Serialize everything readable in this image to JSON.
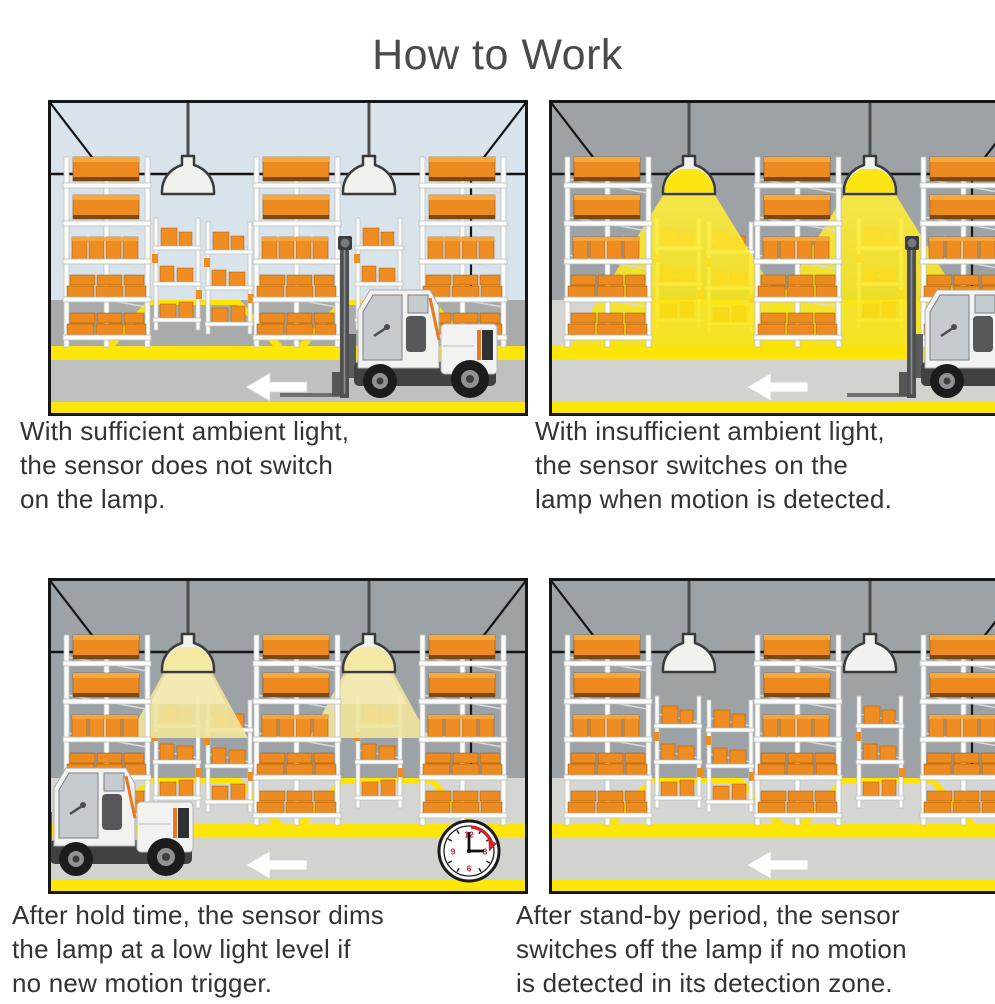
{
  "title": "How to Work",
  "colors": {
    "wall_ambient_light": "#d9e3eb",
    "wall_dark": "#9ca2a5",
    "floor_panel1": "#a9abaa",
    "road_panel1": "#bfc1c0",
    "floor_dark_panels": "#d5d6d2",
    "road_dark_panels": "#d2d3cf",
    "stripe_yellow": "#ffe60a",
    "lane_yellow": "#ffe400",
    "light_bright": "#f9e51c",
    "light_dim": "#f1e59b",
    "box_orange": "#ee8b20",
    "title_color": "#4a4a4a",
    "caption_color": "#333333"
  },
  "icons": {
    "lamp": "pendant-lamp-icon",
    "arrow": "left-arrow-icon",
    "clock": "clock-3-oclock-icon",
    "forklift": "forklift-icon",
    "rack": "storage-rack-icon"
  },
  "panels": [
    {
      "name": "sufficient-ambient-light",
      "lamp_state": "off",
      "light_cones": "none",
      "forklift": "in-aisle-right",
      "clock_visible": false,
      "arrow_direction": "left",
      "caption": "With sufficient ambient light,\nthe sensor does not switch\non the lamp.",
      "colors": {
        "wall": "#d9e3eb",
        "floor": "#a9abaa",
        "road": "#bfc1c0"
      }
    },
    {
      "name": "insufficient-ambient-light-motion-detected",
      "lamp_state": "on",
      "light_cones": "bright",
      "forklift": "at-right-edge",
      "clock_visible": false,
      "arrow_direction": "left",
      "caption": "With insufficient ambient light,\nthe sensor switches on the\nlamp when motion is detected.",
      "colors": {
        "wall": "#9ca2a5",
        "floor": "#d5d6d2",
        "road": "#d2d3cf"
      }
    },
    {
      "name": "hold-time-dim-level",
      "lamp_state": "dim",
      "light_cones": "dim",
      "forklift": "leaving-left",
      "clock_visible": true,
      "arrow_direction": "left",
      "caption": "After hold time, the sensor dims\nthe lamp at a low light level if\nno new motion trigger.",
      "colors": {
        "wall": "#9ca2a5",
        "floor": "#d5d6d2",
        "road": "#d2d3cf"
      }
    },
    {
      "name": "stand-by-lamp-off",
      "lamp_state": "off",
      "light_cones": "none",
      "forklift": "none",
      "clock_visible": false,
      "arrow_direction": "left",
      "caption": "After stand-by period, the sensor\nswitches off the lamp if no motion\nis detected in its detection zone.",
      "colors": {
        "wall": "#9ca2a5",
        "floor": "#d5d6d2",
        "road": "#d2d3cf"
      }
    }
  ]
}
